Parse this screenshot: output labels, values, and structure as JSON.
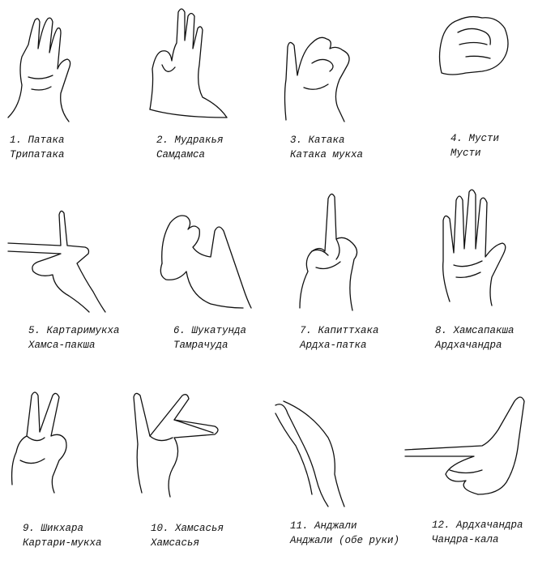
{
  "mudras": [
    {
      "number": "1.",
      "name": "Патака",
      "alt": "Трипатака"
    },
    {
      "number": "2.",
      "name": "Мудракья",
      "alt": "Самдамса"
    },
    {
      "number": "3.",
      "name": "Катака",
      "alt": "Катака мукха"
    },
    {
      "number": "4.",
      "name": "Мусти",
      "alt": "Мусти"
    },
    {
      "number": "5.",
      "name": "Картаримукха",
      "alt": "Хамса-пакша"
    },
    {
      "number": "6.",
      "name": "Шукатунда",
      "alt": "Тамрачуда"
    },
    {
      "number": "7.",
      "name": "Капиттхака",
      "alt": "Ардха-патка"
    },
    {
      "number": "8.",
      "name": "Хамсапакша",
      "alt": "Ардхачандра"
    },
    {
      "number": "9.",
      "name": "Шикхара",
      "alt": "Картари-мукха"
    },
    {
      "number": "10.",
      "name": "Хамсасья",
      "alt": "Хамсасья"
    },
    {
      "number": "11.",
      "name": "Анджали",
      "alt": "Анджали (обе руки)"
    },
    {
      "number": "12.",
      "name": "Ардхачандра",
      "alt": "Чандра-кала"
    }
  ]
}
